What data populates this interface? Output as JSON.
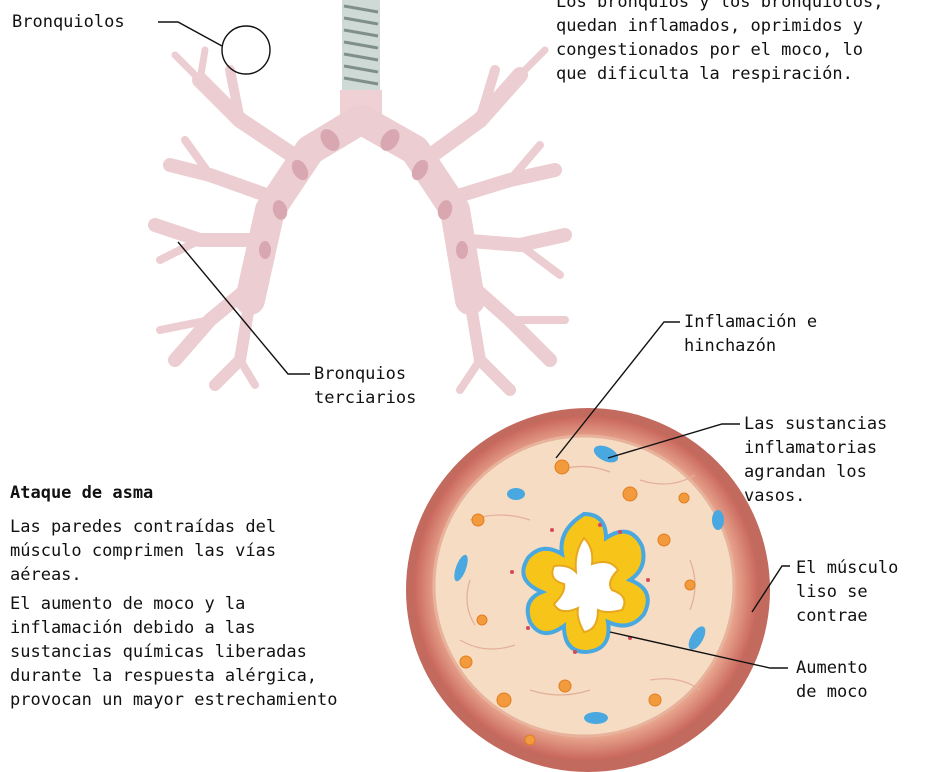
{
  "labels": {
    "bronquiolos": "Bronquiolos",
    "bronquios_terciarios": [
      "Bronquios",
      "terciarios"
    ],
    "inflamacion": [
      "Inflamación e",
      "hinchazón"
    ],
    "sustancias": [
      "Las sustancias",
      "inflamatorias",
      "agrandan los",
      "vasos."
    ],
    "musculo": [
      "El músculo",
      "liso se",
      "contrae"
    ],
    "moco": [
      "Aumento",
      "de moco"
    ]
  },
  "top_caption": {
    "lines": [
      "Los bronquios y los bronquiolos,",
      "quedan inflamados, oprimidos y",
      "congestionados por el moco, lo",
      "que dificulta la respiración."
    ]
  },
  "asthma": {
    "title": "Ataque de asma",
    "lines": [
      "Las paredes contraídas del",
      "músculo comprimen las vías",
      "aéreas.",
      "El aumento de moco y la",
      "inflamación debido a las",
      "sustancias químicas liberadas",
      "durante la respuesta alérgica,",
      "provocan un mayor estrechamiento"
    ]
  },
  "colors": {
    "lung": "#efd0d4",
    "lung_dark": "#e0b0b8",
    "trachea": "#b8c8c4",
    "wall_outer": "#d98a82",
    "wall_inner": "#f4cfb5",
    "mucus": "#f7c51a",
    "vessel": "#4aa8e0",
    "cell": "#f39a3c"
  }
}
